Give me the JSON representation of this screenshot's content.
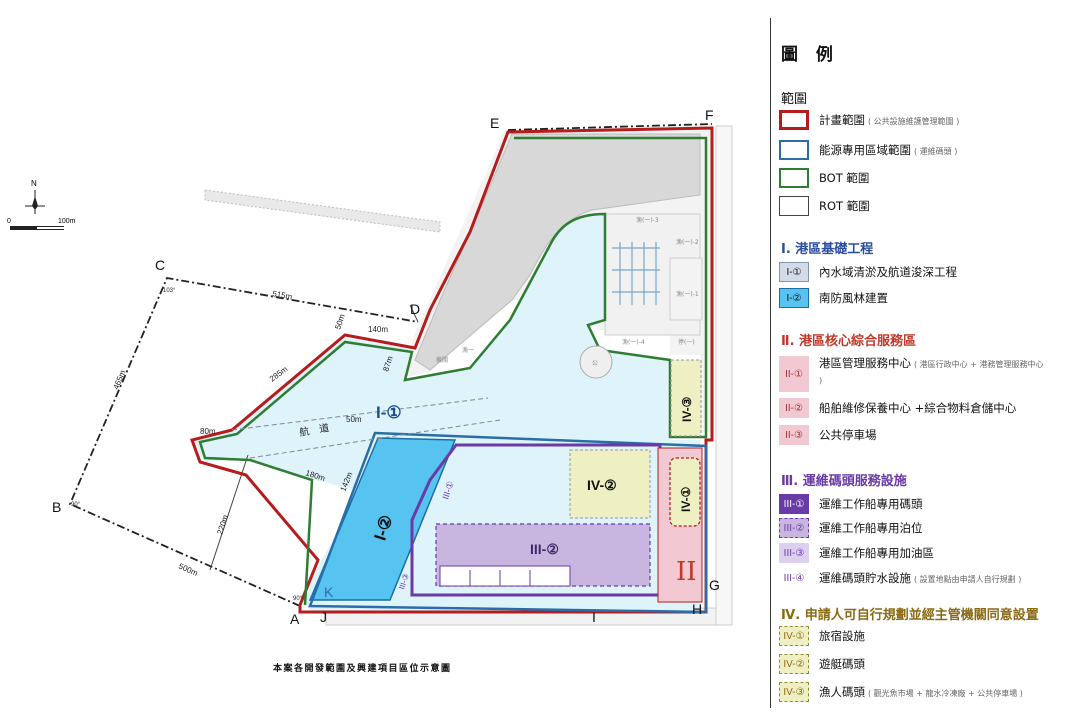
{
  "caption": "本案各開發範圍及興建項目區位示意圖",
  "points": [
    "A",
    "B",
    "C",
    "D",
    "E",
    "F",
    "G",
    "H",
    "I",
    "J",
    "K"
  ],
  "dimensions": [
    "515m",
    "465m",
    "140m",
    "50m",
    "285m",
    "80m",
    "87m",
    "50m",
    "180m",
    "142m",
    "220m",
    "500m"
  ],
  "angles": [
    "103°",
    "90°",
    "90°"
  ],
  "compass": {
    "north": "N",
    "scale_start": "0",
    "scale_end": "100m"
  },
  "channel_label": "航　道",
  "zones": {
    "i1": "I-①",
    "i2": "I-②",
    "ii": "II",
    "iii1": "III-①",
    "iii2": "III-②",
    "iii3": "III-③",
    "iv1": "IV-①",
    "iv2": "IV-②",
    "iv3": "IV-③"
  },
  "facilities": {
    "f1": "漁(一)-3",
    "f2": "漁(一)-2",
    "f3": "漁(一)-1",
    "f4": "漁(一)-4",
    "f5": "停(一)",
    "f6": "機關",
    "f7": "漁一",
    "f8": "公"
  },
  "legend": {
    "title": "圖 例",
    "range_heading": "範圍",
    "ranges": [
      {
        "label": "計畫範圍",
        "note": "( 公共設施維護管理範圍 )",
        "color": "#b71c1c"
      },
      {
        "label": "能源專用區域範圍",
        "note": "( 運維碼頭 )",
        "color": "#2a6ea8"
      },
      {
        "label": "BOT 範圍",
        "note": "",
        "color": "#2e7d32"
      },
      {
        "label": "ROT 範圍",
        "note": "",
        "color": "#444444"
      }
    ],
    "section1": {
      "heading": "Ⅰ. 港區基礎工程",
      "items": [
        {
          "code": "I-①",
          "label": "內水域清淤及航道浚深工程",
          "fill": "#d3dbe8"
        },
        {
          "code": "I-②",
          "label": "南防風林建置",
          "fill": "#56c3f0"
        }
      ]
    },
    "section2": {
      "heading": "Ⅱ. 港區核心綜合服務區",
      "items": [
        {
          "code": "II-①",
          "label": "港區管理服務中心",
          "note": "( 港區行政中心 + 港務管理服務中心 )",
          "fill": "#f2c9d2"
        },
        {
          "code": "II-②",
          "label": "船舶維修保養中心 +綜合物料倉儲中心",
          "note": "",
          "fill": "#f2c9d2"
        },
        {
          "code": "II-③",
          "label": "公共停車場",
          "note": "",
          "fill": "#f2c9d2"
        }
      ]
    },
    "section3": {
      "heading": "Ⅲ. 運維碼頭服務設施",
      "items": [
        {
          "code": "III-①",
          "label": "運維工作船專用碼頭",
          "note": "",
          "fill": "#6a3aa6"
        },
        {
          "code": "III-②",
          "label": "運維工作船專用泊位",
          "note": "",
          "fill": "#c9b6e0"
        },
        {
          "code": "III-③",
          "label": "運維工作船專用加油區",
          "note": "",
          "fill": "#ddd0ee"
        },
        {
          "code": "III-④",
          "label": "運維碼頭貯水設施",
          "note": "( 設置地點由申請人自行規劃 )",
          "fill": "#ffffff"
        }
      ]
    },
    "section4": {
      "heading": "Ⅳ. 申請人可自行規劃並經主管機關同意設置",
      "items": [
        {
          "code": "IV-①",
          "label": "旅宿設施",
          "note": "",
          "fill": "#eef0c4"
        },
        {
          "code": "IV-②",
          "label": "遊艇碼頭",
          "note": "",
          "fill": "#eef0c4"
        },
        {
          "code": "IV-③",
          "label": "漁人碼頭",
          "note": "( 觀光魚市場 + 龍水冷凍廠 + 公共停車場 )",
          "fill": "#eef0c4"
        }
      ]
    }
  }
}
